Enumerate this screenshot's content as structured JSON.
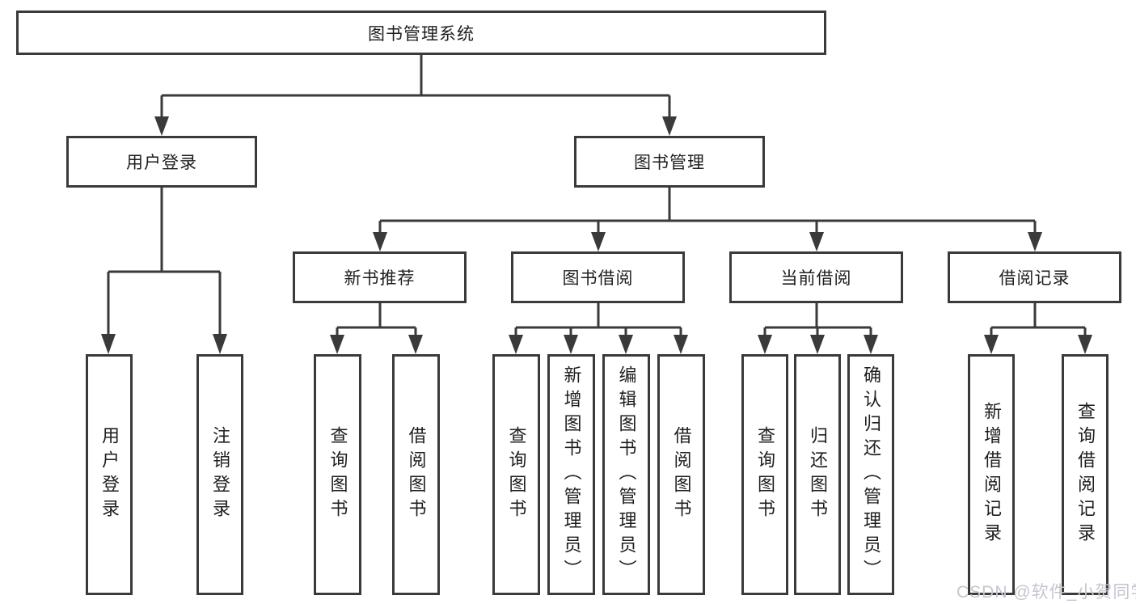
{
  "diagram": {
    "root": {
      "label": "图书管理系统"
    },
    "branches": [
      {
        "label": "用户登录",
        "children": [
          {
            "label": "用户登录"
          },
          {
            "label": "注销登录"
          }
        ]
      },
      {
        "label": "图书管理",
        "children": [
          {
            "label": "新书推荐",
            "children": [
              {
                "label": "查询图书"
              },
              {
                "label": "借阅图书"
              }
            ]
          },
          {
            "label": "图书借阅",
            "children": [
              {
                "label": "查询图书"
              },
              {
                "label": "新增图书（管理员）"
              },
              {
                "label": "编辑图书（管理员）"
              },
              {
                "label": "借阅图书"
              }
            ]
          },
          {
            "label": "当前借阅",
            "children": [
              {
                "label": "查询图书"
              },
              {
                "label": "归还图书"
              },
              {
                "label": "确认归还（管理员）"
              }
            ]
          },
          {
            "label": "借阅记录",
            "children": [
              {
                "label": "新增借阅记录"
              },
              {
                "label": "查询借阅记录"
              }
            ]
          }
        ]
      }
    ]
  },
  "watermark": {
    "text": "CSDN @软件_小贺同学"
  },
  "colors": {
    "line": "#3a3a3a",
    "text": "#1e1e1e",
    "watermark": "#c3c7cd",
    "background": "#ffffff"
  }
}
